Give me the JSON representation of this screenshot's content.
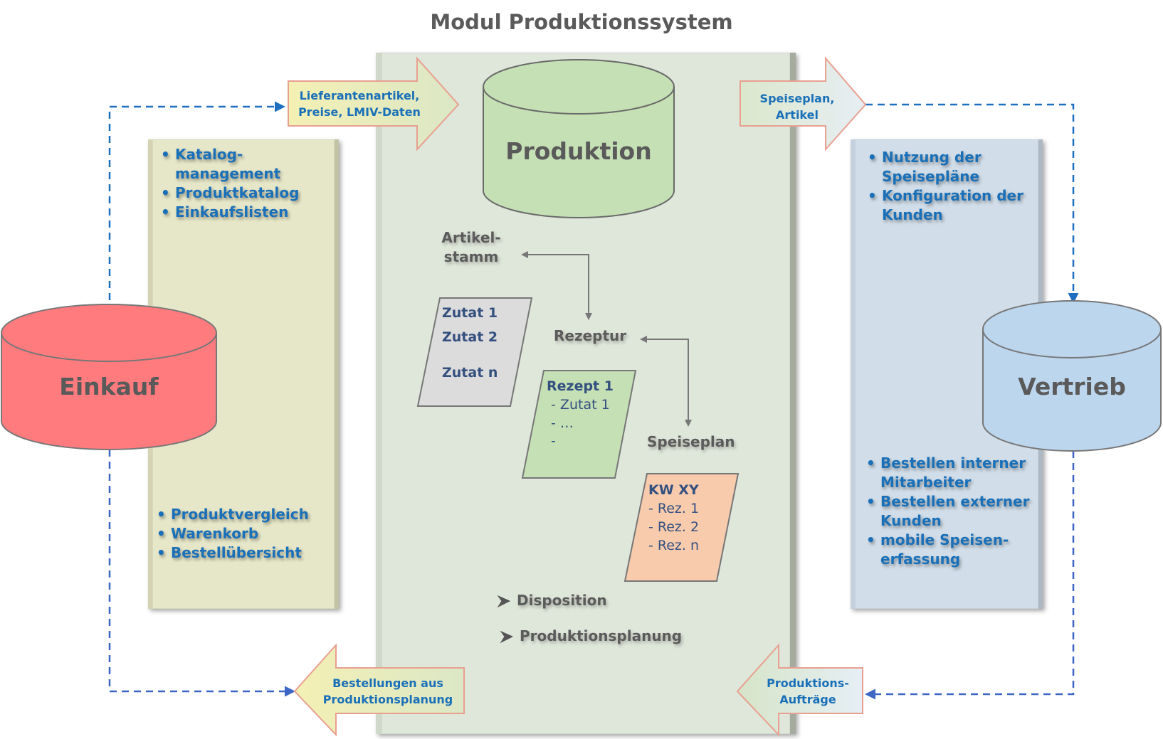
{
  "title": "Modul Produktionssystem",
  "colors": {
    "einkauf": "#ff7b7e",
    "produktion": "#c5e0b5",
    "vertrieb": "#bcd6ee",
    "connector": "#1f6fc0",
    "arrow_border": "#e8a090",
    "bullet_text": "#1a70b8"
  },
  "databases": {
    "einkauf": "Einkauf",
    "produktion": "Produktion",
    "vertrieb": "Vertrieb"
  },
  "einkauf_panel": {
    "top_items": [
      "Katalog-\nmanagement",
      "Produktkatalog",
      "Einkaufslisten"
    ],
    "bottom_items": [
      "Produktvergleich",
      "Warenkorb",
      "Bestellübersicht"
    ]
  },
  "vertrieb_panel": {
    "top_items": [
      "Nutzung der\nSpeisepläne",
      "Konfiguration der\nKunden"
    ],
    "bottom_items": [
      "Bestellen interner\nMitarbeiter",
      "Bestellen externer\nKunden",
      "mobile Speisen-\nerfassung"
    ]
  },
  "flow_arrows": {
    "lieferanten": "Lieferantenartikel,\nPreise, LMIV-Daten",
    "speiseplan_artikel": "Speiseplan,\nArtikel",
    "bestellungen": "Bestellungen aus\nProduktionsplanung",
    "produktionsauftraege": "Produktions-\nAufträge"
  },
  "production": {
    "artikelstamm": "Artikel-\nstamm",
    "rezeptur": "Rezeptur",
    "speiseplan": "Speiseplan",
    "zutaten_card": [
      "Zutat 1",
      "Zutat 2",
      "Zutat n"
    ],
    "rezept_card": [
      "Rezept 1",
      " - Zutat 1",
      " - …",
      " -"
    ],
    "kw_card": [
      "KW XY",
      "- Rez. 1",
      "- Rez. 2",
      "- Rez. n"
    ],
    "tasks": [
      "Disposition",
      "Produktionsplanung"
    ]
  }
}
